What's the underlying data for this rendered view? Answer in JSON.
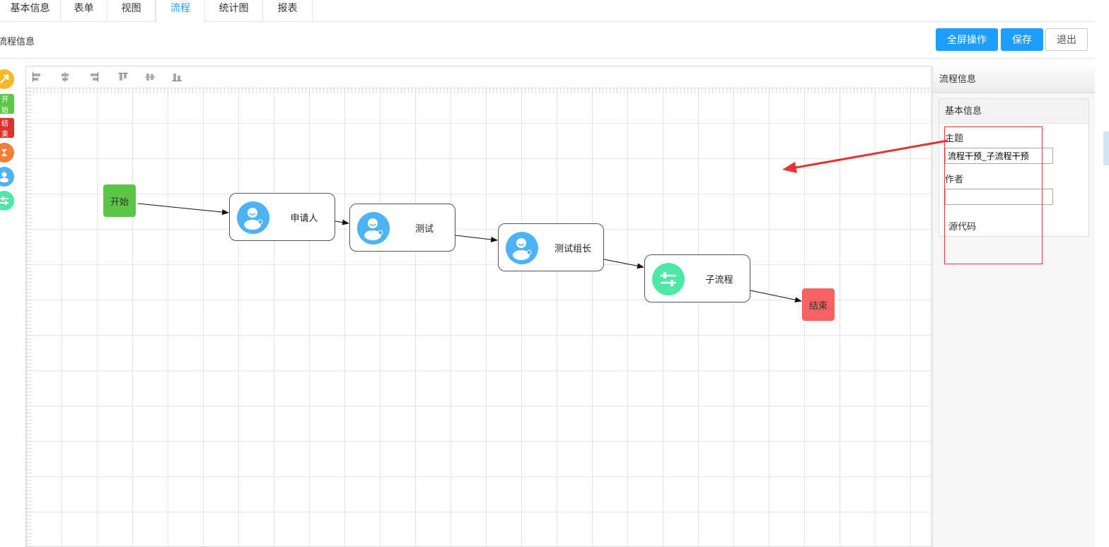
{
  "tabs": [
    {
      "label": "基本信息"
    },
    {
      "label": "表单"
    },
    {
      "label": "视图"
    },
    {
      "label": "流程",
      "active": true
    },
    {
      "label": "统计图"
    },
    {
      "label": "报表"
    }
  ],
  "header": {
    "title": "流程信息",
    "fullscreen_label": "全屏操作",
    "save_label": "保存",
    "exit_label": "退出"
  },
  "palette": [
    {
      "name": "connector",
      "label": "",
      "color": "#f7b824"
    },
    {
      "name": "start",
      "label": "开始",
      "color": "#5cc646"
    },
    {
      "name": "end",
      "label": "结束",
      "color": "#e02f2f"
    },
    {
      "name": "fork-join",
      "label": "",
      "color": "#f47e36"
    },
    {
      "name": "user-task",
      "label": "",
      "color": "#4db3f5"
    },
    {
      "name": "subprocess",
      "label": "",
      "color": "#4ee8a6"
    }
  ],
  "toolbar_icons": [
    "align-left-icon",
    "align-center-icon",
    "align-right-icon",
    "align-top-icon",
    "align-middle-icon",
    "align-bottom-icon"
  ],
  "flow": {
    "start": {
      "label": "开始",
      "color": "#5cc646"
    },
    "end": {
      "label": "结束",
      "color": "#f56262"
    },
    "tasks": [
      {
        "label": "申请人",
        "icon": "user-icon",
        "color": "#4db3f5"
      },
      {
        "label": "测试",
        "icon": "user-icon",
        "color": "#4db3f5"
      },
      {
        "label": "测试组长",
        "icon": "user-icon",
        "color": "#4db3f5"
      },
      {
        "label": "子流程",
        "icon": "subprocess-icon",
        "color": "#4ee8a6"
      }
    ]
  },
  "panel": {
    "header": "流程信息",
    "section_title": "基本信息",
    "subject_label": "主题",
    "subject_value": "流程干预_子流程干预",
    "author_label": "作者",
    "author_value": "",
    "source_label": "源代码"
  },
  "colors": {
    "accent": "#1e9fff",
    "annotation": "#e33333"
  }
}
